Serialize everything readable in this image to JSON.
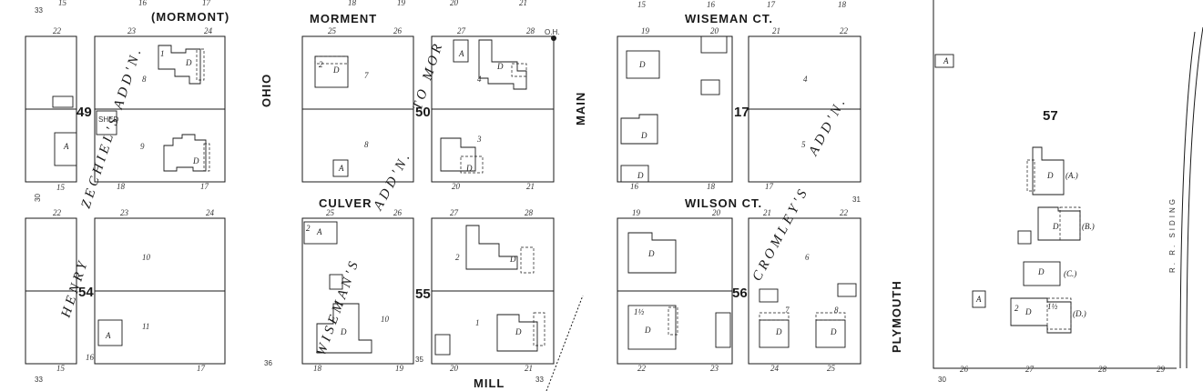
{
  "streets": {
    "mormont_paren": "(MORMONT)",
    "morment": "MORMENT",
    "wiseman_ct": "WISEMAN CT.",
    "ohio": "OHIO",
    "main": "MAIN",
    "culver": "CULVER",
    "wilson_ct": "WILSON CT.",
    "mill": "MILL",
    "plymouth": "PLYMOUTH"
  },
  "blocks": {
    "b49": "49",
    "b50": "50",
    "b17": "17",
    "b57": "57",
    "b54": "54",
    "b55": "55",
    "b56": "56"
  },
  "additions": {
    "zechiels": "ZECHIEL'S  ADD'N.",
    "henry": "HENRY",
    "moore_add": "TO  MOR",
    "culver_add": "ADD'N.",
    "wisemans": "WISEMAN'S",
    "cromleys": "CROMLEY'S",
    "cromleys_add": "ADD'N."
  },
  "top_numbers": [
    "15",
    "16",
    "17",
    "18",
    "19",
    "20",
    "21",
    "15",
    "16",
    "17",
    "18"
  ],
  "lot_numbers": {
    "l22a": "22",
    "l23a": "23",
    "l24a": "24",
    "l25a": "25",
    "l26a": "26",
    "l27a": "27",
    "l28a": "28",
    "l19a": "19",
    "l20a": "20",
    "l21a": "21",
    "l22b": "22",
    "l15a": "15",
    "l18a": "18",
    "l17a": "17",
    "l20b": "20",
    "l21b": "21",
    "l16b": "16",
    "l17b": "17",
    "l18b": "18",
    "l22c": "22",
    "l23c": "23",
    "l24c": "24",
    "l25c": "25",
    "l26c": "26",
    "l27c": "27",
    "l28c": "28",
    "l19c": "19",
    "l20c": "20",
    "l21c": "21",
    "l22d": "22",
    "l15c": "15",
    "l16c": "16",
    "l17c": "17",
    "l18c": "18",
    "l19d": "19",
    "l20d": "20",
    "l21d": "21",
    "l22e": "22",
    "l23e": "23",
    "l24e": "24",
    "l25e": "25",
    "l26e": "26",
    "l27e": "27",
    "l28e": "28",
    "l29e": "29",
    "inner8": "8",
    "inner9": "9",
    "inner7": "7",
    "inner8b": "8",
    "inner4": "4",
    "inner3": "3",
    "inner4b": "4",
    "inner5": "5",
    "inner10": "10",
    "inner11": "11",
    "inner10b": "10",
    "inner2": "2",
    "inner1": "1",
    "inner6": "6",
    "inner7b": "7",
    "inner8c": "8",
    "side31": "31",
    "side30": "30",
    "side33": "33",
    "side36": "36",
    "side35": "35",
    "oh": "O.H.",
    "ra": "(A.)",
    "rb": "(B.)",
    "rc": "(C.)",
    "rd": "(D.)",
    "shed": "SHED"
  },
  "building_labels": {
    "d": "D",
    "a": "A",
    "one": "1",
    "two": "2",
    "one_half": "1½"
  },
  "railroad": "R. R. SIDING"
}
